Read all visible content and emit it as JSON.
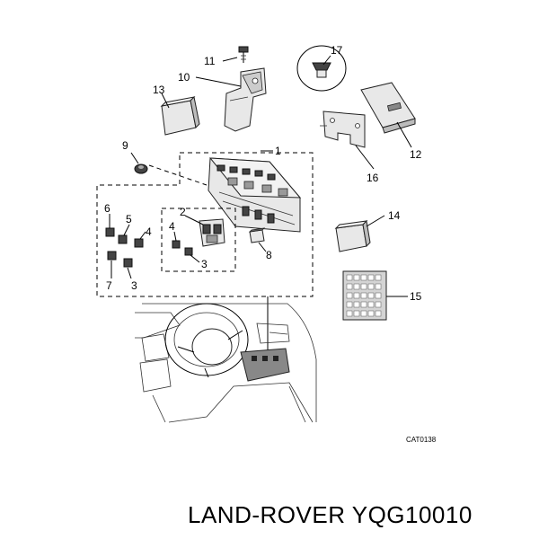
{
  "diagram": {
    "callouts": {
      "c1": "1",
      "c2": "2",
      "c3a": "3",
      "c3b": "3",
      "c4a": "4",
      "c4b": "4",
      "c5": "5",
      "c6": "6",
      "c7": "7",
      "c8": "8",
      "c9": "9",
      "c10": "10",
      "c11": "11",
      "c12": "12",
      "c13": "13",
      "c14": "14",
      "c15": "15",
      "c16": "16",
      "c17": "17"
    },
    "catalog_code": "CAT0138"
  },
  "footer": {
    "part_label": "LAND-ROVER YQG10010"
  }
}
